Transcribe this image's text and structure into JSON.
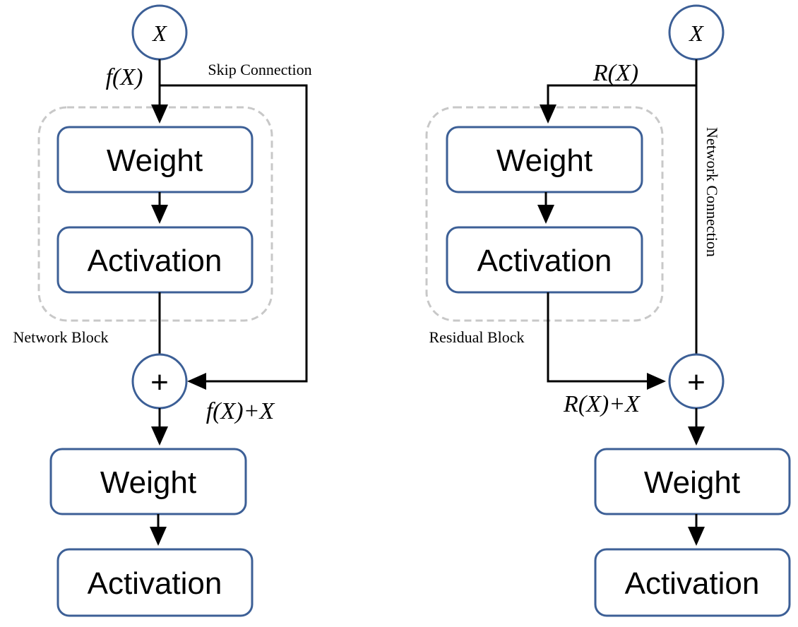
{
  "colors": {
    "box_stroke": "#3c5f96",
    "group_dash": "#c8c8c8",
    "line": "#000000"
  },
  "left": {
    "input_label": "X",
    "func_label": "f(X)",
    "skip_label": "Skip Connection",
    "block_label": "Network Block",
    "block_weight": "Weight",
    "block_activation": "Activation",
    "add_symbol": "+",
    "sum_label": "f(X)+X",
    "out_weight": "Weight",
    "out_activation": "Activation"
  },
  "right": {
    "input_label": "X",
    "func_label": "R(X)",
    "conn_label": "Network Connection",
    "block_label": "Residual Block",
    "block_weight": "Weight",
    "block_activation": "Activation",
    "add_symbol": "+",
    "sum_label": "R(X)+X",
    "out_weight": "Weight",
    "out_activation": "Activation"
  }
}
